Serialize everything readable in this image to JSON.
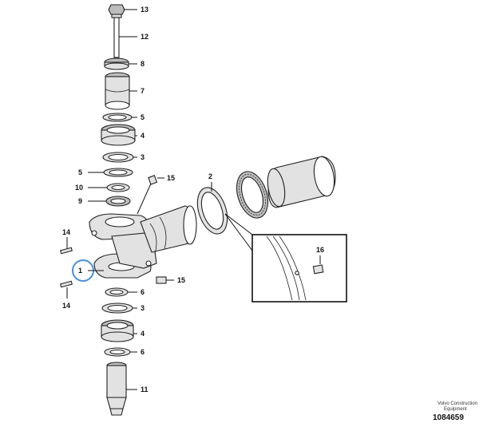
{
  "labels": {
    "p13": "13",
    "p12": "12",
    "p8": "8",
    "p7": "7",
    "p5a": "5",
    "p4a": "4",
    "p3a": "3",
    "p5b": "5",
    "p10": "10",
    "p9": "9",
    "p15a": "15",
    "p2": "2",
    "p14a": "14",
    "p1": "1",
    "p14b": "14",
    "p15b": "15",
    "p6a": "6",
    "p3b": "3",
    "p4b": "4",
    "p6b": "6",
    "p11": "11",
    "p16": "16"
  },
  "footer": {
    "line1": "Volvo Construction",
    "line2": "Equipment",
    "number": "1084659"
  },
  "colors": {
    "highlight_circle": "#4a90d9",
    "line": "#111111"
  }
}
